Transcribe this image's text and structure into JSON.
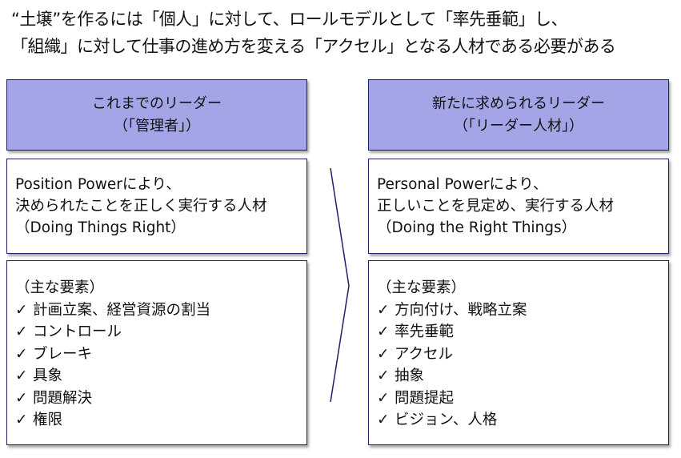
{
  "title": {
    "line1": "“土壌”を作るには「個人」に対して、ロールモデルとして「率先垂範」し、",
    "line2": "「組織」に対して仕事の進め方を変える「アクセル」となる人材である必要がある"
  },
  "left": {
    "header1": "これまでのリーダー",
    "header2": "（「管理者」）",
    "desc1": "Position Powerにより、",
    "desc2": "決められたことを正しく実行する人材",
    "desc3": "（Doing Things Right）",
    "list_title": "（主な要素）",
    "items": [
      "計画立案、経営資源の割当",
      "コントロール",
      "ブレーキ",
      "具象",
      "問題解決",
      "権限"
    ]
  },
  "right": {
    "header1": "新たに求められるリーダー",
    "header2": "（「リーダー人材」）",
    "desc1": "Personal Powerにより、",
    "desc2": "正しいことを見定め、実行する人材",
    "desc3": "（Doing the Right Things）",
    "list_title": "（主な要素）",
    "items": [
      "方向付け、戦略立案",
      "率先垂範",
      "アクセル",
      "抽象",
      "問題提起",
      "ビジョン、人格"
    ]
  }
}
